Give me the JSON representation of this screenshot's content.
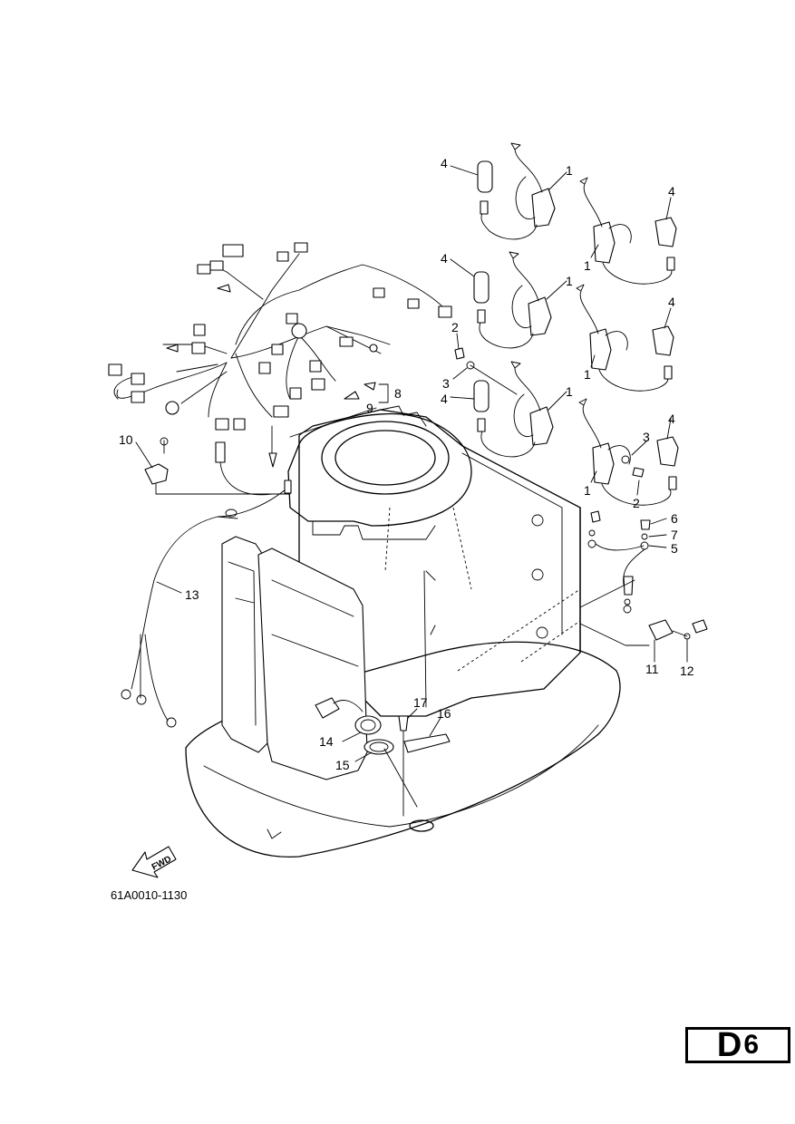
{
  "diagram": {
    "part_code": "61A0010-1130",
    "fwd_label": "FWD",
    "page_label": {
      "letter": "D",
      "number": "6"
    },
    "callouts": {
      "c1a": "1",
      "c1b": "1",
      "c1c": "1",
      "c1d": "1",
      "c1e": "1",
      "c1f": "1",
      "c2a": "2",
      "c2b": "2",
      "c3a": "3",
      "c3b": "3",
      "c4a": "4",
      "c4b": "4",
      "c4c": "4",
      "c4d": "4",
      "c4e": "4",
      "c4f": "4",
      "c5": "5",
      "c6": "6",
      "c7": "7",
      "c8": "8",
      "c9": "9",
      "c10": "10",
      "c11": "11",
      "c12": "12",
      "c13": "13",
      "c14": "14",
      "c15": "15",
      "c16": "16",
      "c17": "17"
    }
  }
}
